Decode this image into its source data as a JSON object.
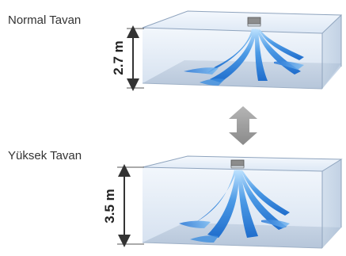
{
  "panels": {
    "normal": {
      "label": "Normal Tavan",
      "height": "2.7 m"
    },
    "high": {
      "label": "Yüksek Tavan",
      "height": "3.5 m"
    }
  },
  "colors": {
    "room_face": "#d9e6f4",
    "room_edge": "#7f95b0",
    "floor": "#7d8fa6",
    "airflow": "#2f7fd6",
    "airflow_light": "#bfe3ff",
    "switch_arrow": "#9a9a9a",
    "dimension_line": "#333333"
  },
  "icons": {
    "switch": "double-headed-vertical-arrow-icon"
  }
}
